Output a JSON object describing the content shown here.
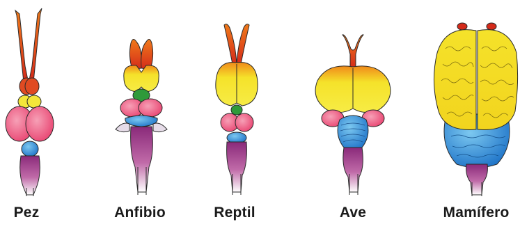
{
  "figure": {
    "brains": [
      {
        "label": "Pez"
      },
      {
        "label": "Anfibio"
      },
      {
        "label": "Reptil"
      },
      {
        "label": "Ave"
      },
      {
        "label": "Mamífero"
      }
    ],
    "colors": {
      "olfactory": "#e8401c",
      "cerebrum": "#f5e22a",
      "diencephalon": "#2f9a3a",
      "optic_lobe": "#ef5a86",
      "cerebellum": "#2a8fd8",
      "medulla": "#a8307a",
      "outline": "#2a2a2a"
    }
  }
}
